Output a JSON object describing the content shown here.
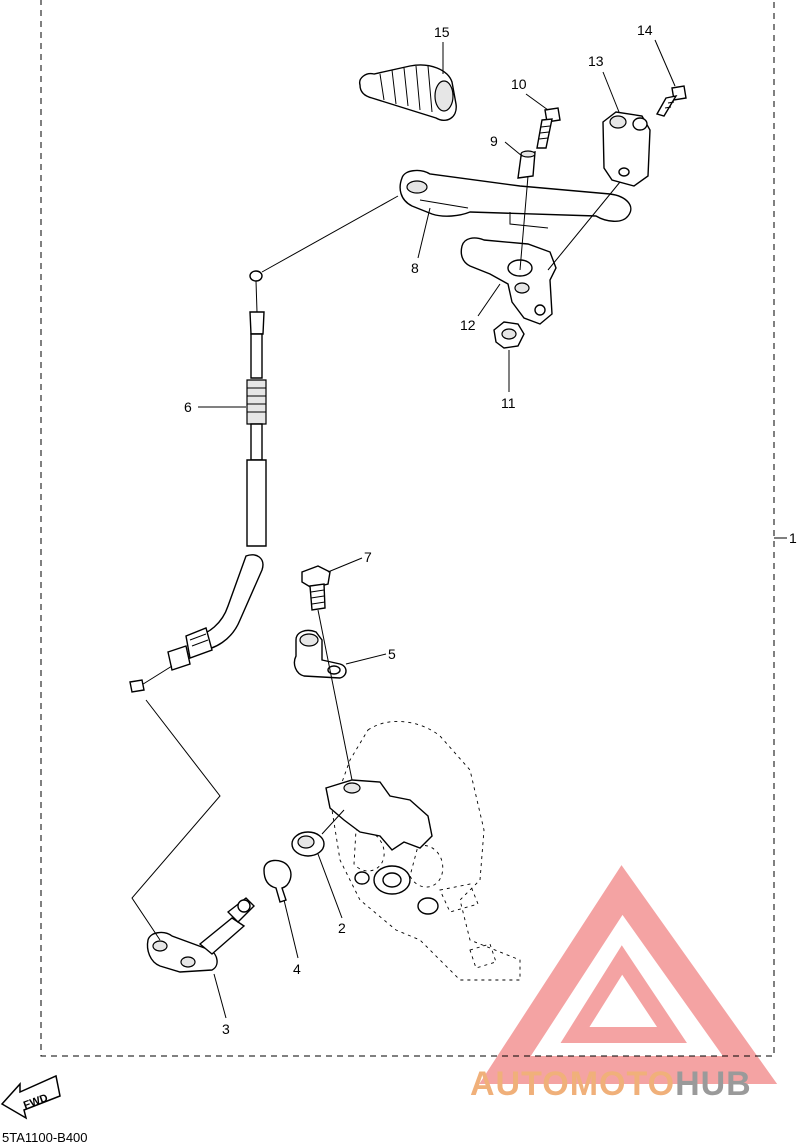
{
  "diagram": {
    "assembly_ref": "1",
    "document_code": "5TA1100-B400",
    "direction_arrow": {
      "label": "FWD",
      "icon": "fwd-arrow-icon"
    },
    "watermark": {
      "text_automoto": "AUTOMOTO",
      "text_hub": "HUB",
      "color_primary": "#f4a3a3",
      "color_text": "#f0b07a",
      "color_hub": "#9a9a9a"
    },
    "callouts": [
      "2",
      "3",
      "4",
      "5",
      "6",
      "7",
      "8",
      "9",
      "10",
      "11",
      "12",
      "13",
      "14",
      "15"
    ],
    "parts": [
      {
        "number": "2",
        "name": "seal-washer-icon"
      },
      {
        "number": "3",
        "name": "push-lever-shaft-icon"
      },
      {
        "number": "4",
        "name": "circlip-icon"
      },
      {
        "number": "5",
        "name": "push-lever-icon"
      },
      {
        "number": "6",
        "name": "clutch-cable-icon"
      },
      {
        "number": "7",
        "name": "flange-bolt-icon"
      },
      {
        "number": "8",
        "name": "clutch-lever-icon"
      },
      {
        "number": "9",
        "name": "collar-icon"
      },
      {
        "number": "10",
        "name": "pivot-bolt-icon"
      },
      {
        "number": "11",
        "name": "nut-icon"
      },
      {
        "number": "12",
        "name": "lever-holder-icon"
      },
      {
        "number": "13",
        "name": "holder-clamp-icon"
      },
      {
        "number": "14",
        "name": "clamp-bolt-icon"
      },
      {
        "number": "15",
        "name": "cable-boot-icon"
      }
    ]
  }
}
